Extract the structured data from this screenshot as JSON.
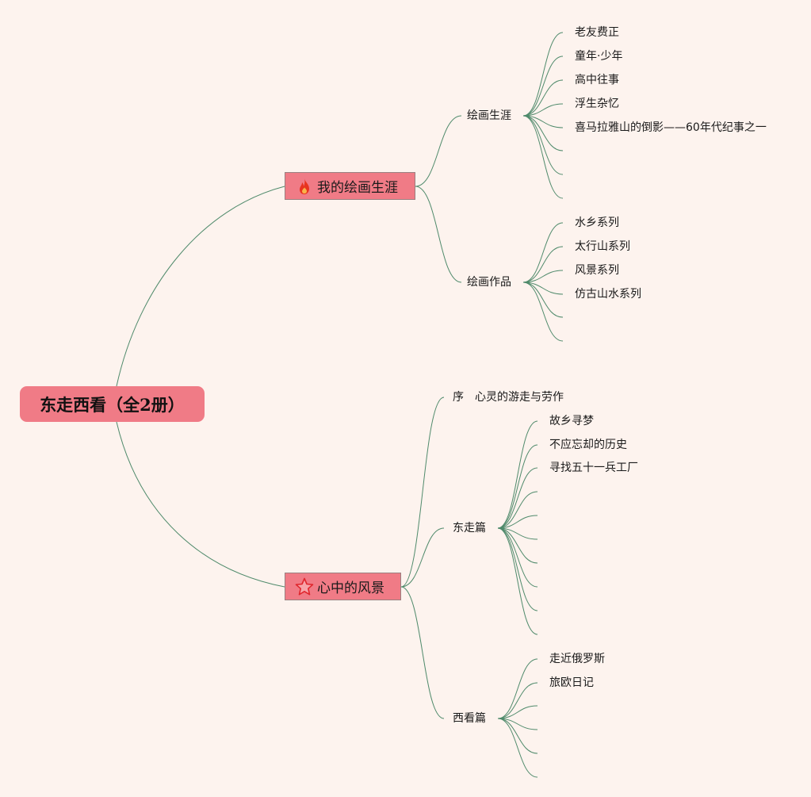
{
  "root": {
    "label": "东走西看（全2册）"
  },
  "branch1": {
    "label": "我的绘画生涯",
    "icon": "fire-icon",
    "sub1": {
      "label": "绘画生涯",
      "leaves": [
        "老友费正",
        "童年·少年",
        "高中往事",
        "浮生杂忆",
        "喜马拉雅山的倒影——60年代纪事之一"
      ]
    },
    "sub2": {
      "label": "绘画作品",
      "leaves": [
        "水乡系列",
        "太行山系列",
        "风景系列",
        "仿古山水系列"
      ]
    }
  },
  "branch2": {
    "label": "心中的风景",
    "icon": "star-icon",
    "sub0": {
      "label": "序　心灵的游走与劳作"
    },
    "sub1": {
      "label": "东走篇",
      "leaves": [
        "故乡寻梦",
        "不应忘却的历史",
        "寻找五十一兵工厂"
      ]
    },
    "sub2": {
      "label": "西看篇",
      "leaves": [
        "走近俄罗斯",
        "旅欧日记"
      ]
    }
  },
  "colors": {
    "topic_fill": "#f07b86",
    "line": "#4f8a6b",
    "background": "#fdf3ee"
  }
}
